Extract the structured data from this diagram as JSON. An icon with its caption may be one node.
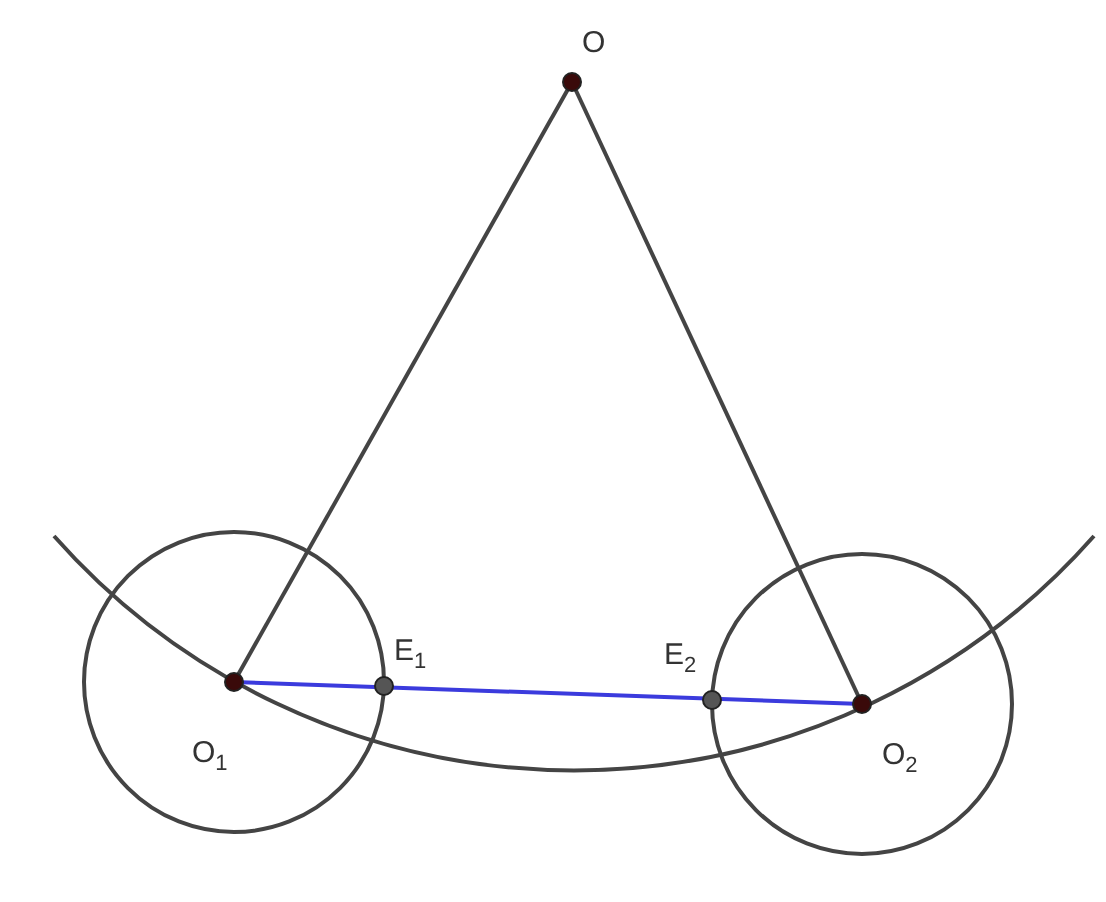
{
  "diagram": {
    "labels": [
      "O",
      "E$_{1}$",
      "E$_{2}$",
      "O$_{1}$",
      "O$_{2}$"
    ]
  }
}
